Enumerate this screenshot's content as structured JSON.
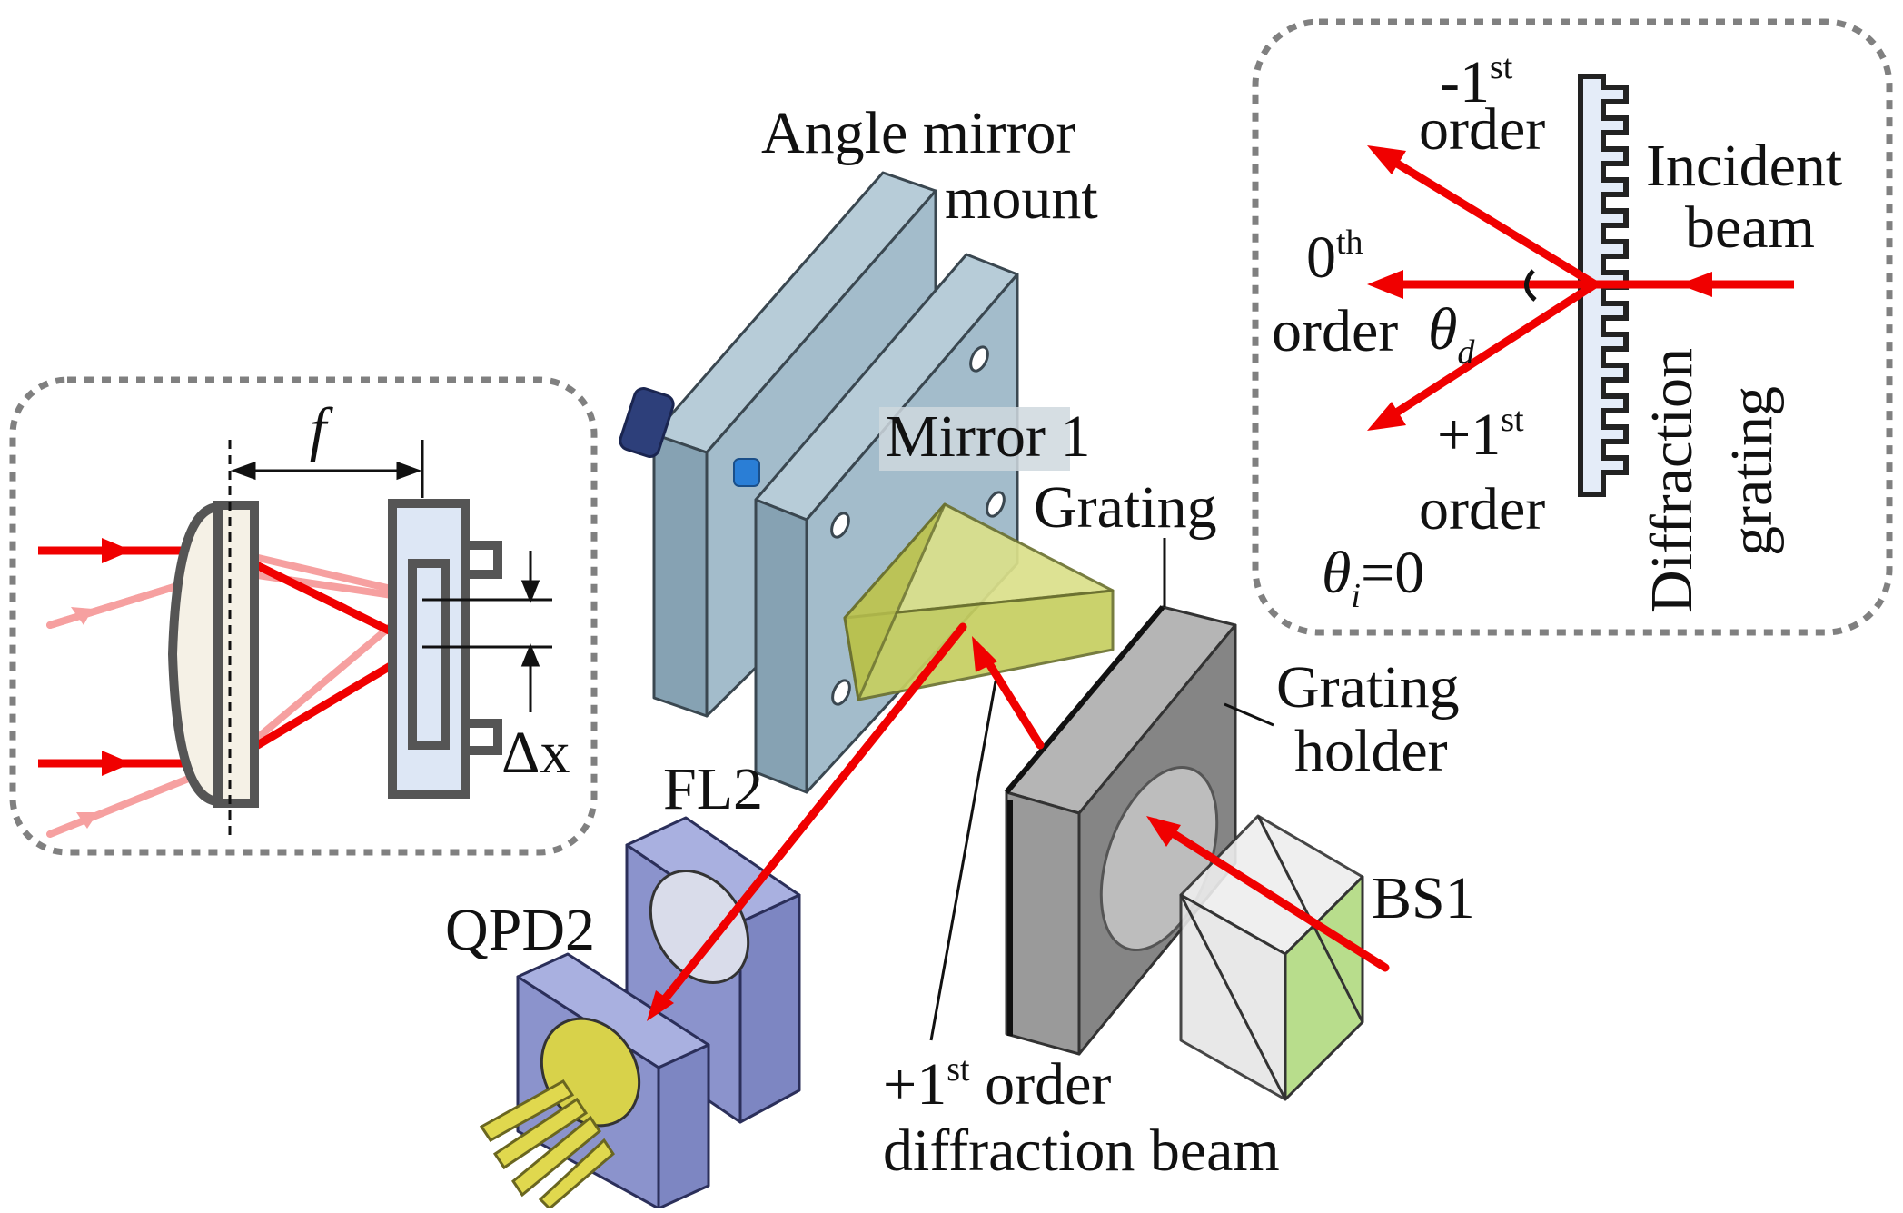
{
  "labels": {
    "angle_mirror_mount_line1": "Angle mirror",
    "angle_mirror_mount_line2": "mount",
    "mirror1": "Mirror 1",
    "grating": "Grating",
    "grating_holder_line1": "Grating",
    "grating_holder_line2": "holder",
    "bs1": "BS1",
    "fl2": "FL2",
    "qpd2": "QPD2",
    "diffraction_beam_line1_pre": "+1",
    "diffraction_beam_line1_sup": "st",
    "diffraction_beam_line1_post": " order",
    "diffraction_beam_line2": "diffraction beam"
  },
  "lens_inset": {
    "focal_symbol": "f",
    "delta_x": "Δx"
  },
  "grating_inset": {
    "minus1_pre": "-1",
    "minus1_sup": "st",
    "minus1_order": "order",
    "zero_pre": "0",
    "zero_sup": "th",
    "zero_order": "order",
    "plus1_pre": "+1",
    "plus1_sup": "st",
    "plus1_order": "order",
    "theta_d": "θ",
    "theta_d_sub": "d",
    "incident_line1": "Incident",
    "incident_line2": "beam",
    "diffraction_grating_line1": "Diffraction",
    "diffraction_grating_line2": "grating",
    "theta_i": "θ",
    "theta_i_sub": "i",
    "theta_i_value": "=0"
  },
  "colors": {
    "beam": "#f00000",
    "beam_faded": "#f59a9a",
    "mount": "#9fb8c8",
    "prism": "#c9d46a",
    "holder": "#8a8a8a",
    "bs": "#b8dd8c",
    "qpd": "#8b93cc",
    "pins": "#d8d24a"
  }
}
